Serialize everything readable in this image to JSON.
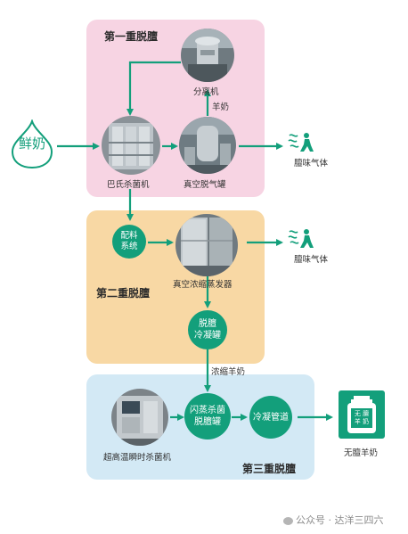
{
  "panels": {
    "stage1_title": "第一重脱膻",
    "stage2_title": "第二重脱膻",
    "stage3_title": "第三重脱膻"
  },
  "nodes": {
    "fresh_milk": "鲜奶",
    "separator": "分离机",
    "pasteurizer": "巴氏杀菌机",
    "vacuum_degasser": "真空脱气罐",
    "batching_line1": "配料",
    "batching_line2": "系统",
    "vacuum_evaporator": "真空浓缩蒸发器",
    "deodor_condenser_line1": "脱膻",
    "deodor_condenser_line2": "冷凝罐",
    "uht": "超高温瞬时杀菌机",
    "flash_line1": "闪蒸杀菌",
    "flash_line2": "脱膻罐",
    "condense_pipe": "冷凝管道",
    "final_product": "无膻羊奶"
  },
  "edge_labels": {
    "goat_milk": "羊奶",
    "concentrated_goat_milk": "浓缩羊奶"
  },
  "outputs": {
    "odor_gas_1": "膻味气体",
    "odor_gas_2": "膻味气体"
  },
  "jar_label": "无 膻 羊 奶",
  "watermark": "公众号 · 达洋三四六",
  "colors": {
    "accent": "#139f7b",
    "stage1": "#f7d4e3",
    "stage2": "#f8d8a4",
    "stage3": "#d3e9f5"
  }
}
